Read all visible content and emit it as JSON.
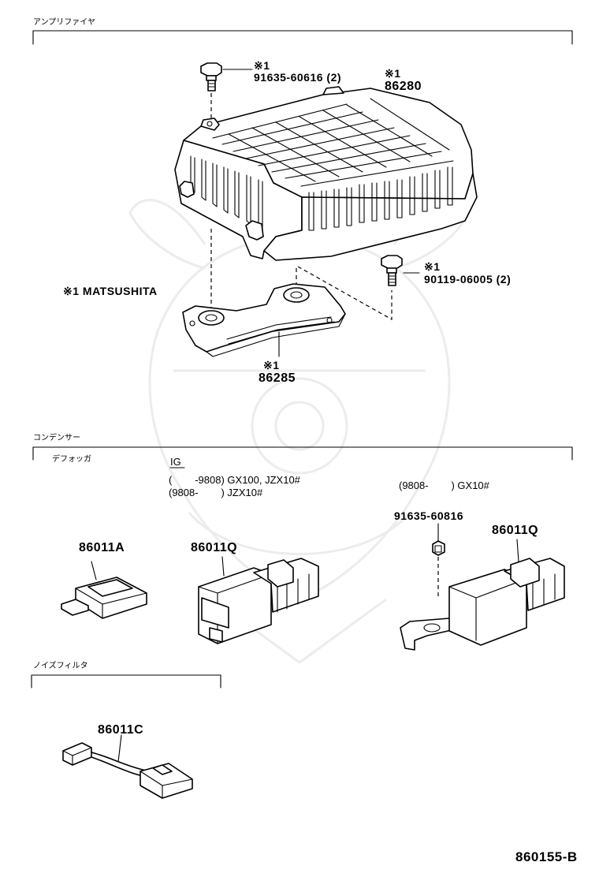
{
  "sections": {
    "amplifier": "アンプリファイヤ",
    "condenser": "コンデンサー",
    "noise_filter": "ノイズフィルタ"
  },
  "subsections": {
    "defogger": "デフォッガ",
    "ig": "IG"
  },
  "conditions": {
    "line1": "(        -9808) GX100, JZX10#",
    "line2": "(9808-        ) JZX10#",
    "line3": "(9808-        ) GX10#"
  },
  "parts": {
    "bolt_top": {
      "mark": "※1",
      "number": "91635-60616 (2)"
    },
    "amplifier": {
      "mark": "※1",
      "number": "86280"
    },
    "bolt_right": {
      "mark": "※1",
      "number": "90119-06005 (2)"
    },
    "maker_note": "※1 MATSUSHITA",
    "bracket": {
      "mark": "※1",
      "number": "86285"
    },
    "condenser_a": "86011A",
    "condenser_q1": "86011Q",
    "nut": "91635-60816",
    "condenser_q2": "86011Q",
    "filter_c": "86011C"
  },
  "figure_id": "860155-B"
}
